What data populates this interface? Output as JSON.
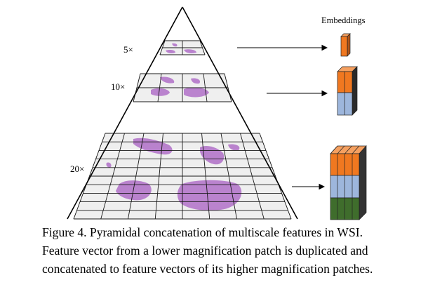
{
  "figure": {
    "embeddings_label": "Embeddings",
    "levels": [
      {
        "label": "5×"
      },
      {
        "label": "10×"
      },
      {
        "label": "20×"
      }
    ],
    "colors": {
      "orange": "#f07820",
      "blue": "#9db6dc",
      "green": "#3f6d2c",
      "tissue": "#b070c8",
      "grid": "#eeeeee"
    }
  },
  "caption": {
    "line1": "Figure 4. Pyramidal concatenation of multiscale features in WSI.",
    "line2": "Feature vector from a lower magnification patch is duplicated and",
    "line3": "concatenated to feature vectors of its higher magnification patches."
  }
}
